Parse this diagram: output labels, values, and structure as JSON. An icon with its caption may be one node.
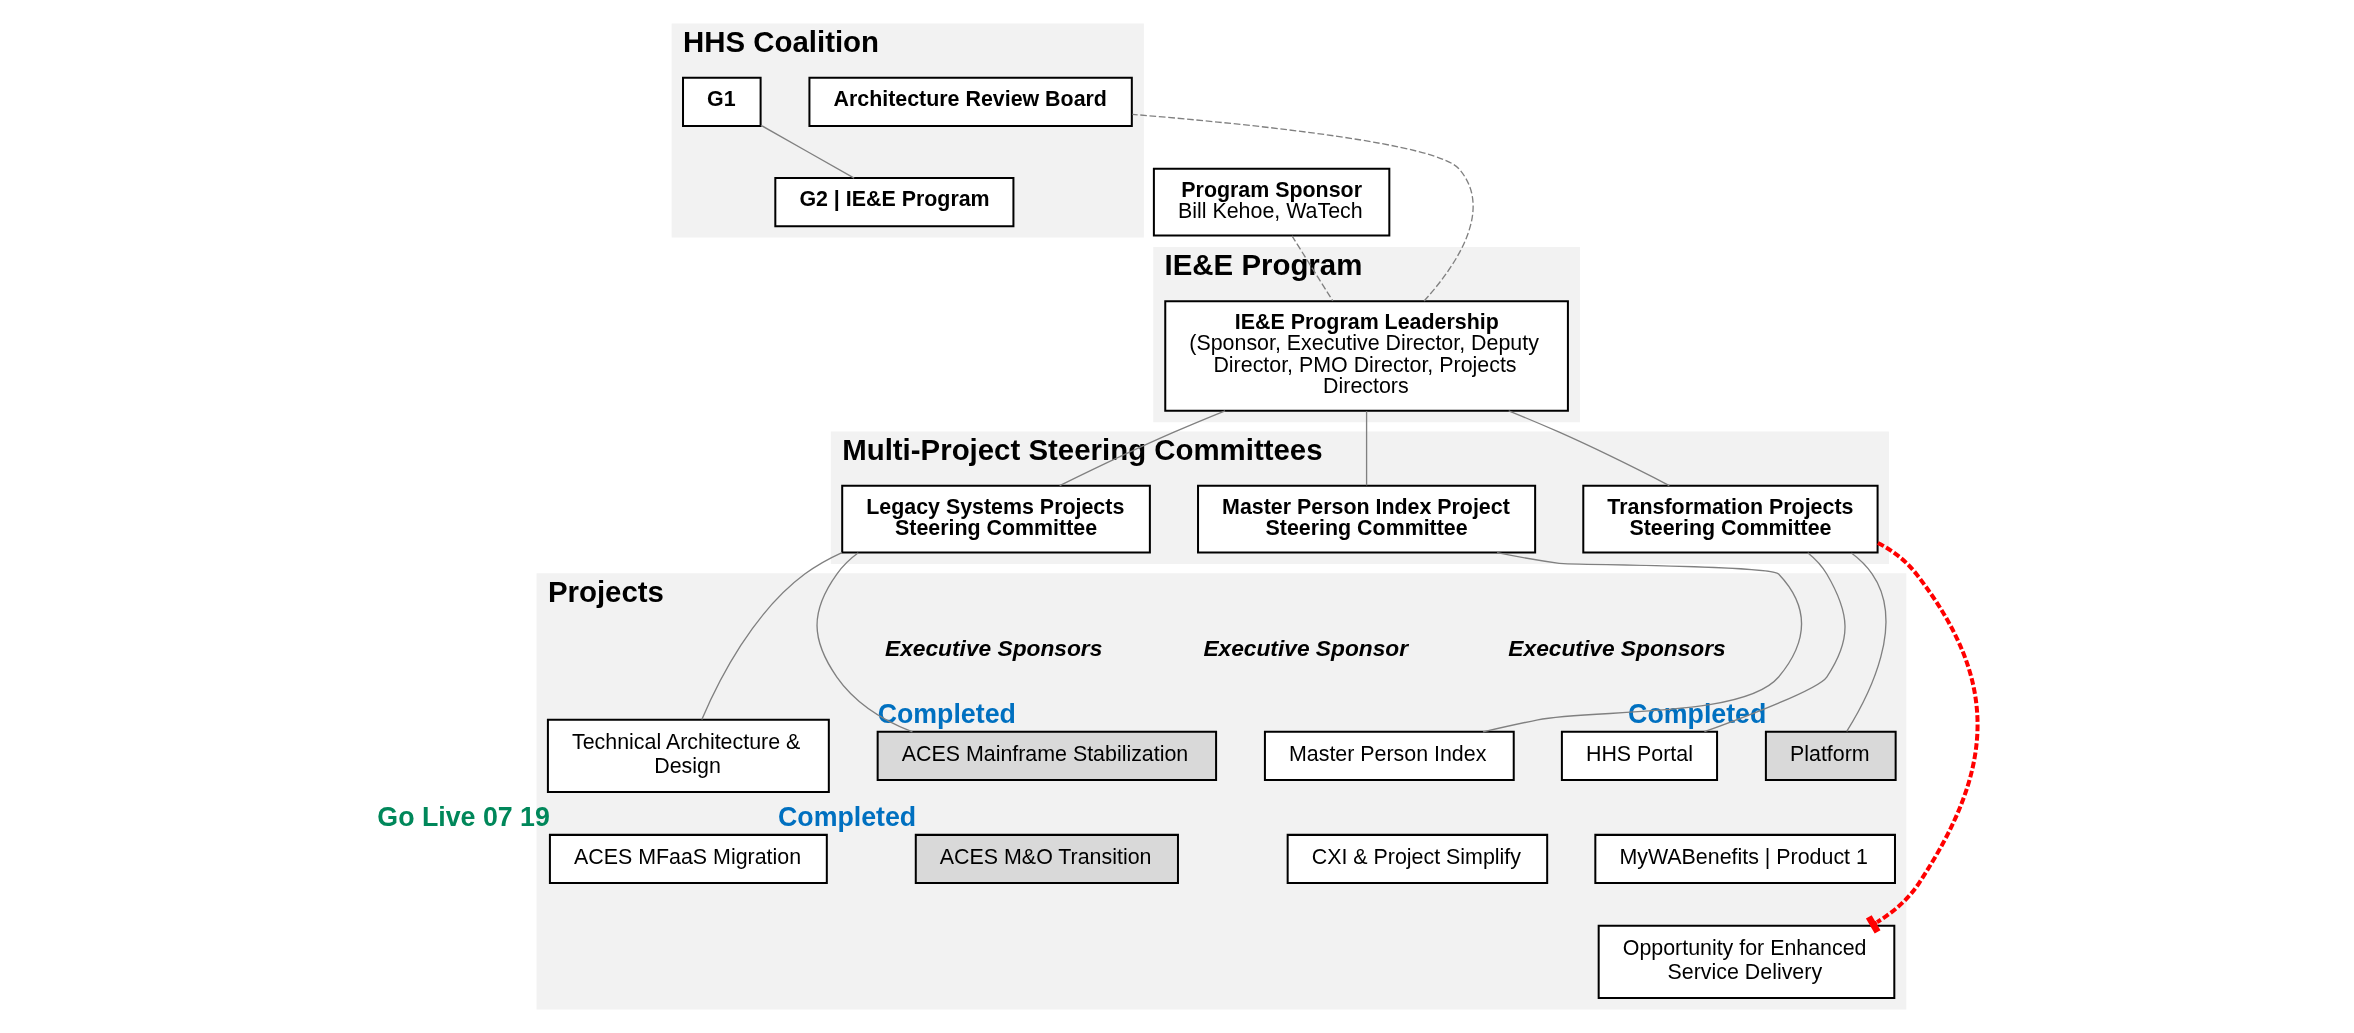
{
  "diagram": {
    "nodes": [
      {
        "text": [
          "HHS Coalition"
        ]
      },
      {
        "text": [
          "G1"
        ],
        "in": 0
      },
      {
        "text": [
          "G2 | IE&E Program"
        ],
        "in": 0
      },
      {
        "text": [
          "Architecture Review Board"
        ],
        "in": 0
      },
      {
        "text": [
          "IE&E Program"
        ]
      },
      {
        "text": [
          "Program Sponsor",
          "Bill Kehoe, WaTech"
        ]
      },
      {
        "text": [
          "**IE&E Program Leadership** (Sponsor, Executive Director, Deputy Director, PMO Director, Projects Directors"
        ],
        "in": 4
      },
      {
        "text": [
          "Multi-Project Steering Committees"
        ]
      },
      {
        "text": [
          "Legacy Systems Projects Steering Committee"
        ],
        "in": 7
      },
      {
        "text": [
          "Transformation Projects Steering Committee"
        ],
        "in": 7
      },
      {
        "text": [
          "Master Person Index Project Steering Committee"
        ],
        "in": 7
      },
      {
        "text": [
          "Projects"
        ]
      },
      {
        "text": [
          "ACES Mainframe Stabilization"
        ],
        "in": 11,
        "beside": [
          "Completed"
        ]
      },
      {
        "text": [
          "Technical Architecture & Design"
        ],
        "in": 11
      },
      {
        "text": [
          "ACES M&O Transition"
        ],
        "in": 11,
        "beside": [
          "Completed"
        ]
      },
      {
        "text": [
          "ACES MFaaS Migration"
        ],
        "in": 11,
        "beside": [
          "Go Live 07 19"
        ]
      },
      {
        "text": [
          "Platform"
        ],
        "in": 11,
        "beside": [
          "Completed"
        ]
      },
      {
        "text": [
          "HHS Portal"
        ],
        "in": 11
      },
      {
        "text": [
          "MyWABenefits | Product 1"
        ],
        "in": 11
      },
      {
        "text": [
          "CXI & Project Simplify"
        ],
        "in": 11
      },
      {
        "text": [
          "Opportunity for Enhanced Service Delivery"
        ],
        "in": 11
      },
      {
        "text": [
          "Master Person Index"
        ],
        "in": 11
      }
    ],
    "edges": [
      {
        "from": 1,
        "to": 2,
        "arrow": "none"
      },
      {
        "from": 5,
        "to": 6,
        "arrow": "none",
        "style": "dashed"
      },
      {
        "from": 6,
        "to": 3,
        "arrow": "none",
        "style": "dashed"
      },
      {
        "from": 6,
        "to": 8,
        "arrow": "none"
      },
      {
        "from": 6,
        "to": 9,
        "arrow": "none"
      },
      {
        "from": 6,
        "to": 10,
        "arrow": "none"
      },
      {
        "from": 8,
        "to": 12,
        "arrow": "none"
      },
      {
        "from": 8,
        "to": 13,
        "arrow": "none"
      },
      {
        "from": 9,
        "to": 16,
        "arrow": "none"
      },
      {
        "from": 9,
        "to": 17,
        "arrow": "none"
      },
      {
        "from": 10,
        "to": 21,
        "arrow": "none"
      },
      {
        "from": 9,
        "to": 20,
        "arrow": "other",
        "style": "dashed",
        "color": "#ff0000"
      }
    ],
    "labels": [
      "Executive Sponsors",
      "Executive Sponsors",
      "Executive Sponsor"
    ]
  }
}
